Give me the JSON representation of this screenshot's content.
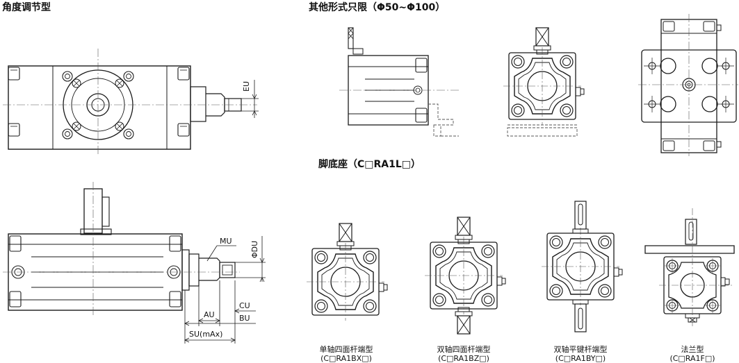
{
  "headings": {
    "angle_type": "角度调节型",
    "other_forms": "其他形式只限（Φ50~Φ100）",
    "foot_mount": "脚底座（C□RA1L□）"
  },
  "dimensions": {
    "eu": "EU",
    "mu": "MU",
    "du": "ΦDU",
    "au": "AU",
    "cu": "CU",
    "bu": "BU",
    "su": "SU(mAx)"
  },
  "variants": [
    {
      "name": "单轴四面杆端型",
      "code": "(C□RA1BX□)"
    },
    {
      "name": "双轴四面杆端型",
      "code": "(C□RA1BZ□)"
    },
    {
      "name": "双轴平键杆端型",
      "code": "(C□RA1BY□)"
    },
    {
      "name": "法兰型",
      "code": "(C□RA1F□)"
    }
  ],
  "colors": {
    "line": "#1a1a1a",
    "hidden": "#555555"
  }
}
